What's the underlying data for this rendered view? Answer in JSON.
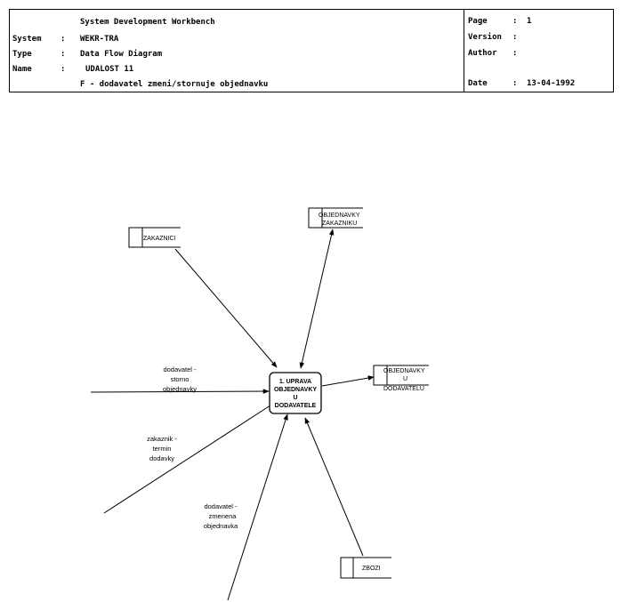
{
  "header": {
    "title": "System Development Workbench",
    "system_label": "System",
    "system_value": "WEKR-TRA",
    "type_label": "Type",
    "type_value": "Data Flow Diagram",
    "name_label": "Name",
    "name_value": "UDALOST 11",
    "description": "F - dodavatel zmeni/stornuje objednavku",
    "colon": ":",
    "page_label": "Page",
    "page_value": "1",
    "version_label": "Version",
    "version_value": "",
    "author_label": "Author",
    "author_value": "",
    "date_label": "Date",
    "date_value": "13-04-1992"
  },
  "process": {
    "line1": "1. UPRAVA",
    "line2": "OBJEDNAVKY",
    "line3": "U",
    "line4": "DODAVATELE"
  },
  "stores": {
    "zakaznici": "ZAKAZNICI",
    "obj_zakazniku_1": "OBJEDNAVKY",
    "obj_zakazniku_2": "ZAKAZNIKU",
    "obj_dodavateli_1": "OBJEDNAVKY",
    "obj_dodavateli_2": "U",
    "obj_dodavateli_3": "DODAVATELU",
    "zbozi": "ZBOZI"
  },
  "flows": {
    "storno_1": "dodavatel -",
    "storno_2": "storno",
    "storno_3": "objednavky",
    "termin_1": "zakaznik -",
    "termin_2": "termin",
    "termin_3": "dodavky",
    "zmena_1": "dodavatel -",
    "zmena_2": "zmenena",
    "zmena_3": "objednavka"
  }
}
